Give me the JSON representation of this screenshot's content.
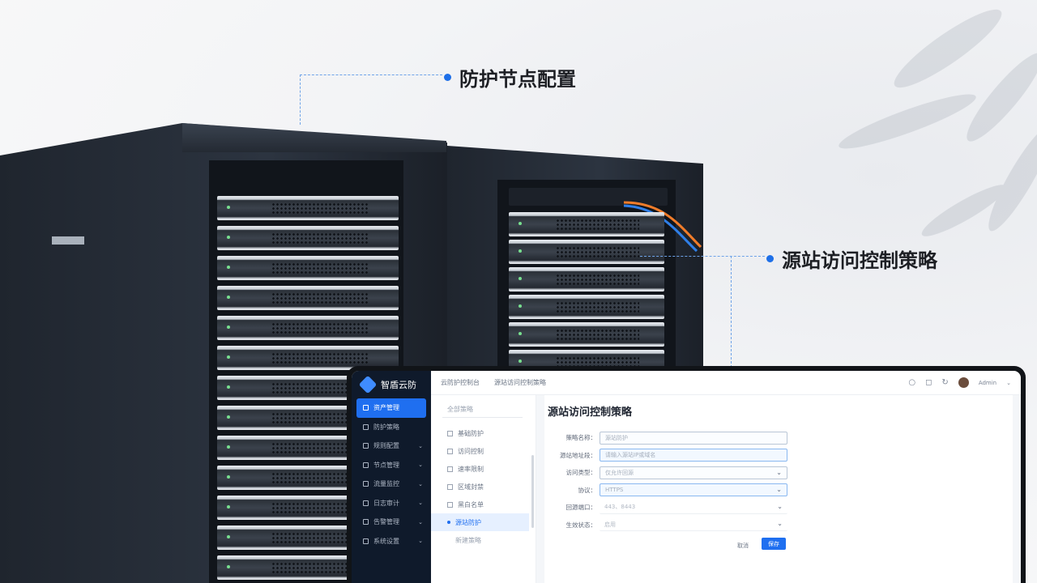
{
  "callouts": {
    "top": "防护节点配置",
    "right": "源站访问控制策略"
  },
  "app": {
    "brand": "智盾云防",
    "breadcrumb": [
      "云防护控制台",
      "源站访问控制策略"
    ],
    "user": "Admin"
  },
  "sidebar": {
    "items": [
      {
        "label": "资产管理",
        "active": true
      },
      {
        "label": "防护策略"
      },
      {
        "label": "规则配置"
      },
      {
        "label": "节点管理"
      },
      {
        "label": "流量监控"
      },
      {
        "label": "日志审计"
      },
      {
        "label": "告警管理"
      },
      {
        "label": "系统设置"
      }
    ]
  },
  "subnav": {
    "header": "全部策略",
    "items": [
      {
        "label": "基础防护"
      },
      {
        "label": "访问控制"
      },
      {
        "label": "速率限制"
      },
      {
        "label": "区域封禁"
      },
      {
        "label": "黑白名单"
      },
      {
        "label": "源站防护",
        "active": true
      },
      {
        "label": "新建策略",
        "child": true
      }
    ]
  },
  "form": {
    "title": "源站访问控制策略",
    "fields": [
      {
        "label": "策略名称：",
        "value": "源站防护"
      },
      {
        "label": "源站地址段：",
        "value": "请输入源站IP或域名"
      },
      {
        "label": "访问类型：",
        "value": "仅允许回源"
      },
      {
        "label": "协议：",
        "value": "HTTPS"
      },
      {
        "label": "回源端口：",
        "value": "443、8443"
      },
      {
        "label": "生效状态：",
        "value": "启用"
      }
    ],
    "cancel": "取消",
    "confirm": "保存"
  },
  "colors": {
    "accent": "#1e6fe8",
    "sidebar": "#0f1a2b"
  }
}
